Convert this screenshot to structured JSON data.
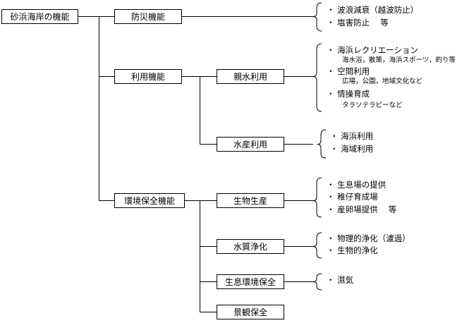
{
  "root": {
    "label": "砂浜海岸の機能"
  },
  "functions": [
    {
      "label": "防災機能",
      "notes": [
        "・ 波浪減衰（越波防止）",
        "・ 塩害防止　 等"
      ]
    },
    {
      "label": "利用機能",
      "children": [
        {
          "label": "親水利用",
          "notes": [
            {
              "main": "・ 海浜レクリエーション",
              "sub": "海水浴，散策，海浜スポーツ，釣り等"
            },
            {
              "main": "・ 空間利用",
              "sub": "広場，公園，地域文化など"
            },
            {
              "main": "・ 情操育成",
              "sub": "タラソテラピーなど"
            }
          ]
        },
        {
          "label": "水産利用",
          "notes": [
            "・ 海浜利用",
            "・ 海域利用"
          ]
        }
      ]
    },
    {
      "label": "環境保全機能",
      "children": [
        {
          "label": "生物生産",
          "notes": [
            "・ 生息場の提供",
            "・ 稚仔育成場",
            "・ 産卵場提供　 等"
          ]
        },
        {
          "label": "水質浄化",
          "notes": [
            "・ 物理的浄化（濾過）",
            "・ 生物的浄化"
          ]
        },
        {
          "label": "生息環境保全",
          "notes": [
            "・ 濕気"
          ]
        },
        {
          "label": "景観保全"
        }
      ]
    }
  ]
}
